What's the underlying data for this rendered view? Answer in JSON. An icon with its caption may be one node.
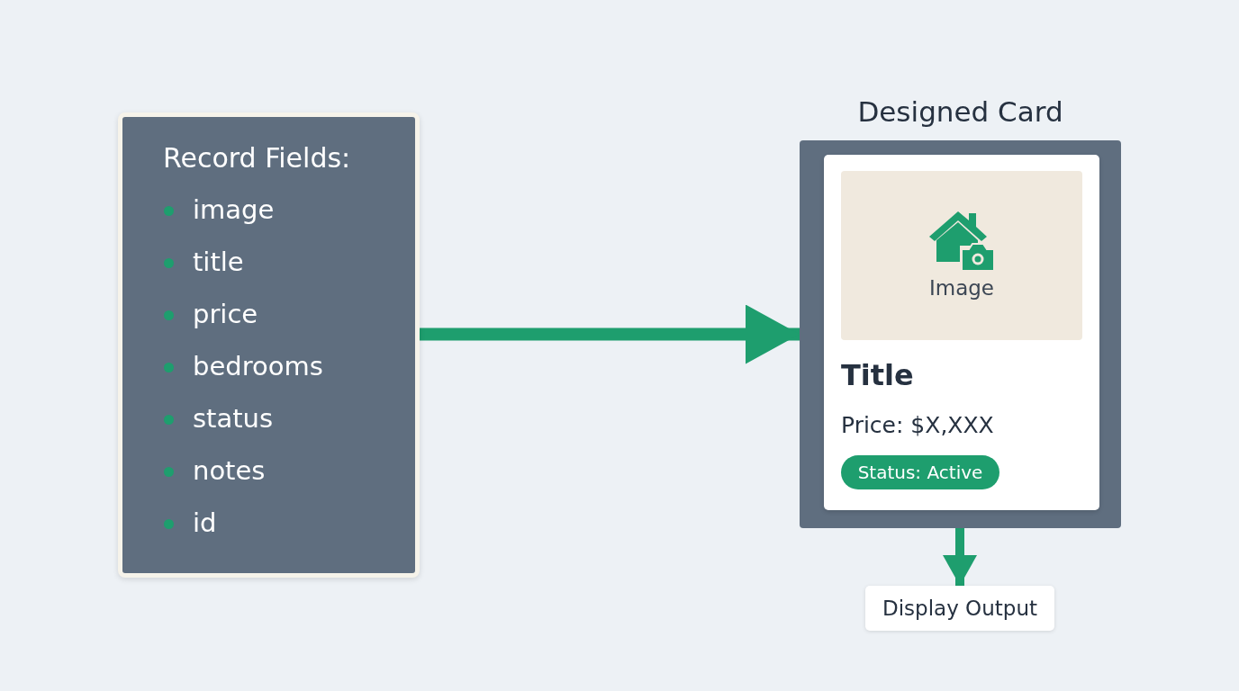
{
  "diagram": {
    "nodes": [
      {
        "text": [
          "Record Fields:",
          "image",
          "title",
          "price",
          "bedrooms",
          "status",
          "notes",
          "id"
        ]
      },
      {
        "text": [
          "Designed Card"
        ]
      },
      {
        "text": [
          "Title",
          "Price: $X,XXX"
        ],
        "in": 1
      },
      {
        "text": [
          "Image"
        ],
        "in": 2
      },
      {
        "text": [
          "Status: Active"
        ],
        "in": 2
      },
      {
        "text": [
          "Display Output"
        ]
      }
    ],
    "edges": [
      {
        "from": 0,
        "to": 1,
        "arrow": "to"
      },
      {
        "from": 1,
        "to": 5,
        "arrow": "to"
      }
    ]
  }
}
